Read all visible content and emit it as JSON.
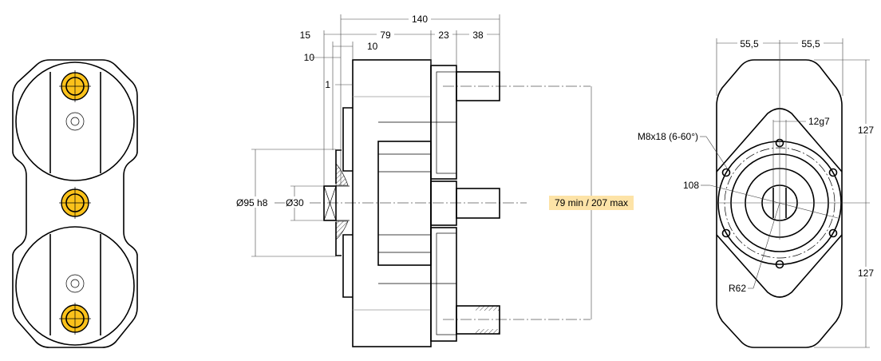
{
  "colors": {
    "accent_fill": "#fbc21b",
    "highlight_bg": "#fde3a7"
  },
  "side_view": {
    "dimensions": {
      "overall_length": "140",
      "flange_offset": "15",
      "body_length": "79",
      "plate_thickness": "23",
      "shaft_length": "38",
      "flange_step": "10",
      "flange_width": "10",
      "gap": "1",
      "pilot_diameter": "Ø95 h8",
      "bore_diameter": "Ø30",
      "center_distance": "79 min / 207 max"
    }
  },
  "end_view": {
    "dimensions": {
      "half_width_left": "55,5",
      "half_width_right": "55,5",
      "key_width": "12g7",
      "thread": "M8x18 (6-60°)",
      "bolt_circle": "108",
      "radius": "R62",
      "half_height_top": "127",
      "half_height_bottom": "127"
    }
  }
}
